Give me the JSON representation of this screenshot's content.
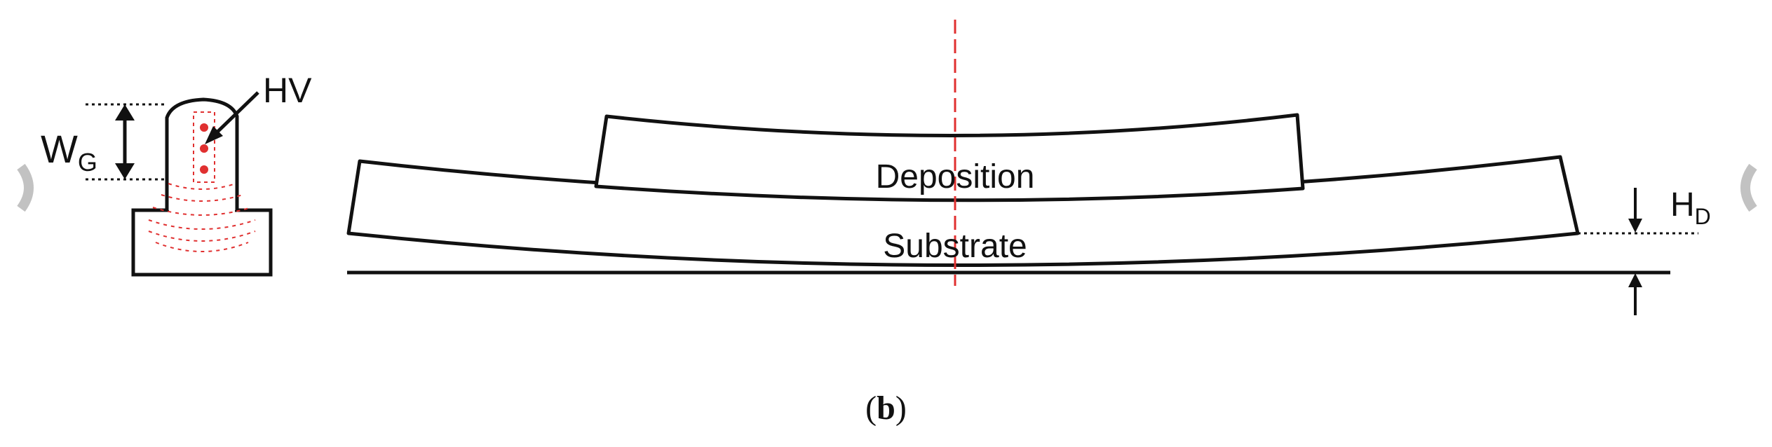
{
  "labels": {
    "hv": "HV",
    "wg_main": "W",
    "wg_sub": "G",
    "hd_main": "H",
    "hd_sub": "D",
    "deposition": "Deposition",
    "substrate": "Substrate"
  },
  "caption": {
    "open": "(",
    "letter": "b",
    "close": ")"
  },
  "colors": {
    "outline": "#111111",
    "centerline": "#e03030",
    "hardness_points": "#e03030",
    "edge_shadow": "#bdbdbd"
  }
}
